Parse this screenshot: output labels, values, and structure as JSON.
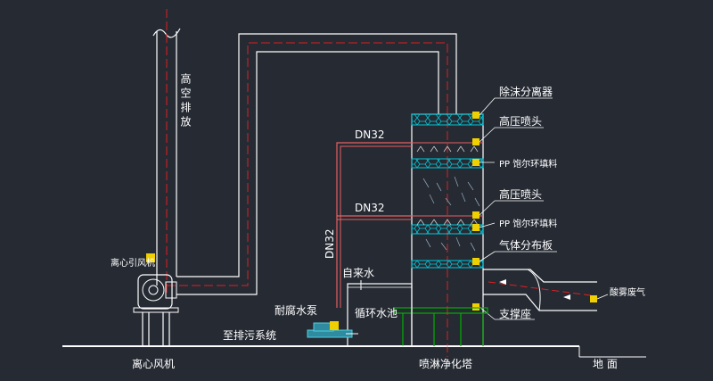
{
  "labels": {
    "high_exhaust": "高空排放",
    "demister": "除沫分离器",
    "hp_spray_top": "高压喷头",
    "pp_packing_top": "PP 饱尔环填料",
    "hp_spray_mid": "高压喷头",
    "pp_packing_mid": "PP 饱尔环填料",
    "gas_distributor": "气体分布板",
    "support": "支撑座",
    "acid_gas": "酸雾废气",
    "dn32_top": "DN32",
    "dn32_mid": "DN32",
    "dn32_vertical": "DN32",
    "tap_water": "自来水",
    "pump": "耐腐水泵",
    "tank": "循环水池",
    "drain": "至排污系统",
    "induced_fan": "离心引风机",
    "fan_caption": "离心风机",
    "tower_caption": "喷淋净化塔",
    "ground": "地 面"
  },
  "colors": {
    "background": "#252a33",
    "duct": "#ffffff",
    "centerline": "#e02020",
    "pipe": "#e86060",
    "packing": "#00c8d8",
    "support": "#00b000",
    "marker": "#f0d000"
  }
}
